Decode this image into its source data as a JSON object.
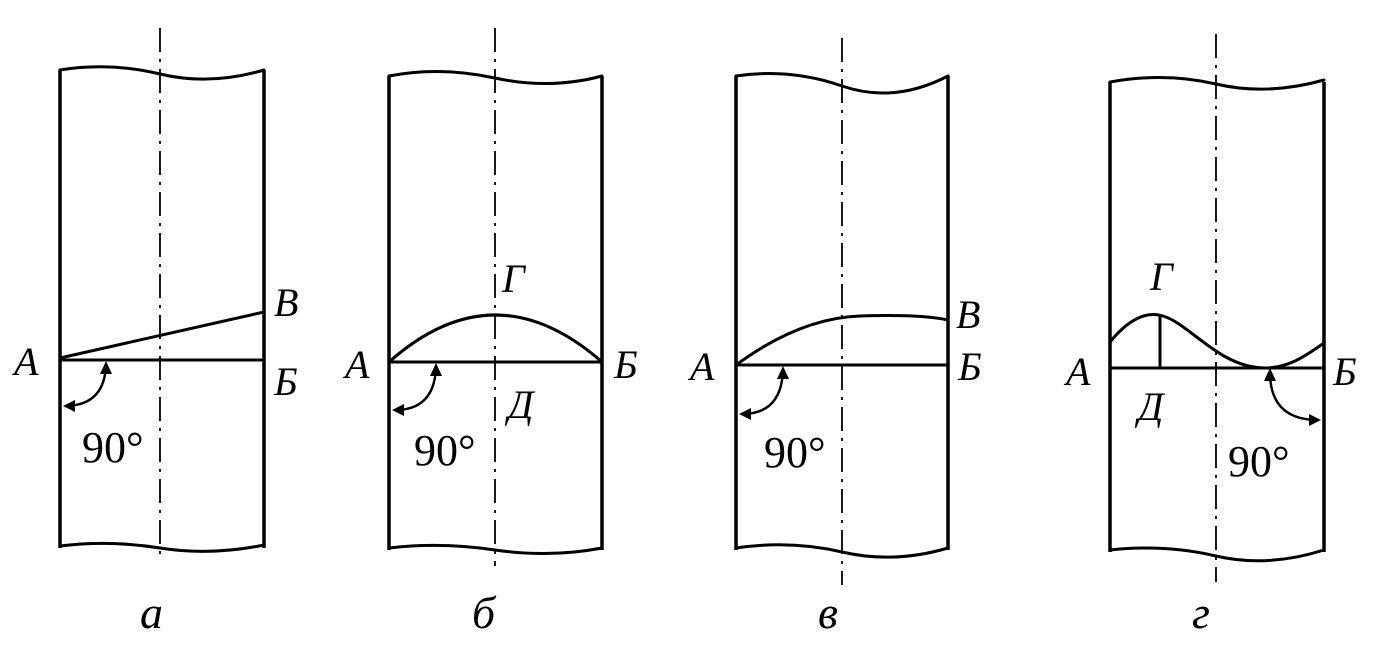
{
  "figure": {
    "panels": [
      {
        "caption": "а",
        "labels": {
          "A": "А",
          "B": "Б",
          "V": "В"
        },
        "angle": "90°"
      },
      {
        "caption": "б",
        "labels": {
          "A": "А",
          "B": "Б",
          "G": "Г",
          "D": "Д"
        },
        "angle": "90°"
      },
      {
        "caption": "в",
        "labels": {
          "A": "А",
          "B": "Б",
          "V": "В"
        },
        "angle": "90°"
      },
      {
        "caption": "г",
        "labels": {
          "A": "А",
          "B": "Б",
          "G": "Г",
          "D": "Д"
        },
        "angle": "90°"
      }
    ]
  }
}
